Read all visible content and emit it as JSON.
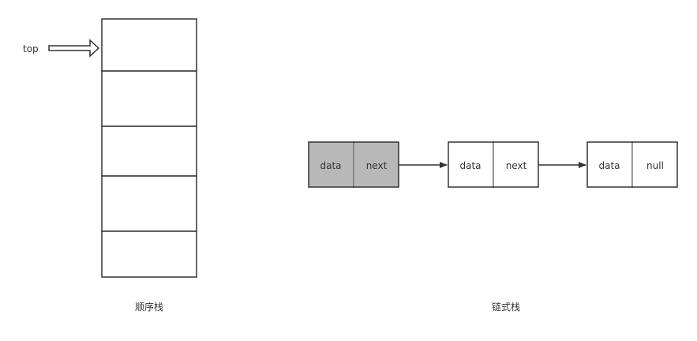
{
  "colors": {
    "stroke": "#333333",
    "highlight_fill": "#b8b8b8",
    "node_fill": "#ffffff",
    "text": "#333333",
    "divider": "#aaaaaa"
  },
  "sequential_stack": {
    "pointer_label": "top",
    "cell_count": 5,
    "caption": "顺序栈"
  },
  "linked_stack": {
    "caption": "链式栈",
    "nodes": [
      {
        "data_label": "data",
        "next_label": "next",
        "highlighted": true
      },
      {
        "data_label": "data",
        "next_label": "next",
        "highlighted": false
      },
      {
        "data_label": "data",
        "next_label": "null",
        "highlighted": false
      }
    ]
  }
}
